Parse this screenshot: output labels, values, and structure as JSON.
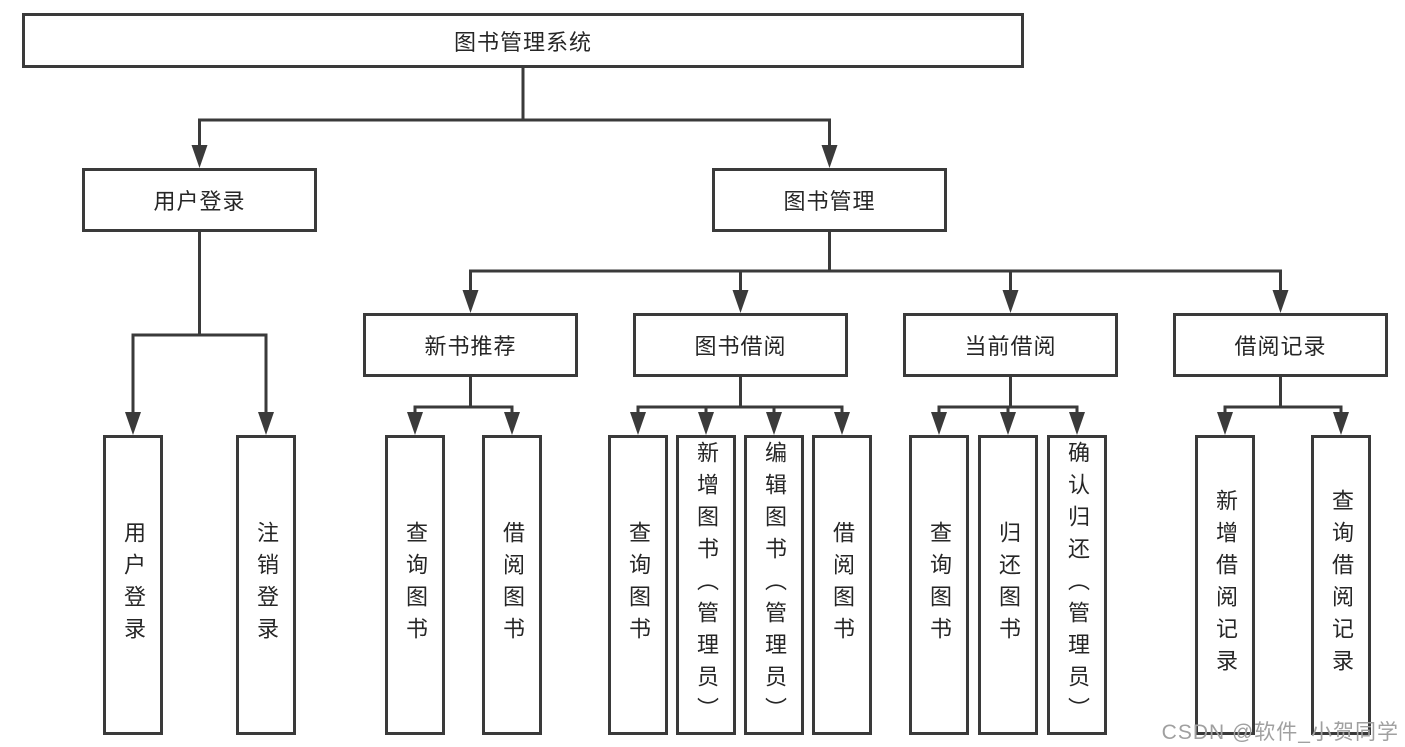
{
  "diagram": {
    "root": {
      "label": "图书管理系统"
    },
    "branches": [
      {
        "label": "用户登录",
        "children": [
          {
            "label": "用户登录"
          },
          {
            "label": "注销登录"
          }
        ]
      },
      {
        "label": "图书管理",
        "children": [
          {
            "label": "新书推荐",
            "children": [
              {
                "label": "查询图书"
              },
              {
                "label": "借阅图书"
              }
            ]
          },
          {
            "label": "图书借阅",
            "children": [
              {
                "label": "查询图书"
              },
              {
                "label": "新增图书（管理员）"
              },
              {
                "label": "编辑图书（管理员）"
              },
              {
                "label": "借阅图书"
              }
            ]
          },
          {
            "label": "当前借阅",
            "children": [
              {
                "label": "查询图书"
              },
              {
                "label": "归还图书"
              },
              {
                "label": "确认归还（管理员）"
              }
            ]
          },
          {
            "label": "借阅记录",
            "children": [
              {
                "label": "新增借阅记录"
              },
              {
                "label": "查询借阅记录"
              }
            ]
          }
        ]
      }
    ]
  },
  "watermark": {
    "text": "CSDN @软件_小贺同学"
  },
  "colors": {
    "line": "#3a3a3a",
    "text": "#262626",
    "watermark": "#a0a0a0",
    "background": "#ffffff"
  }
}
